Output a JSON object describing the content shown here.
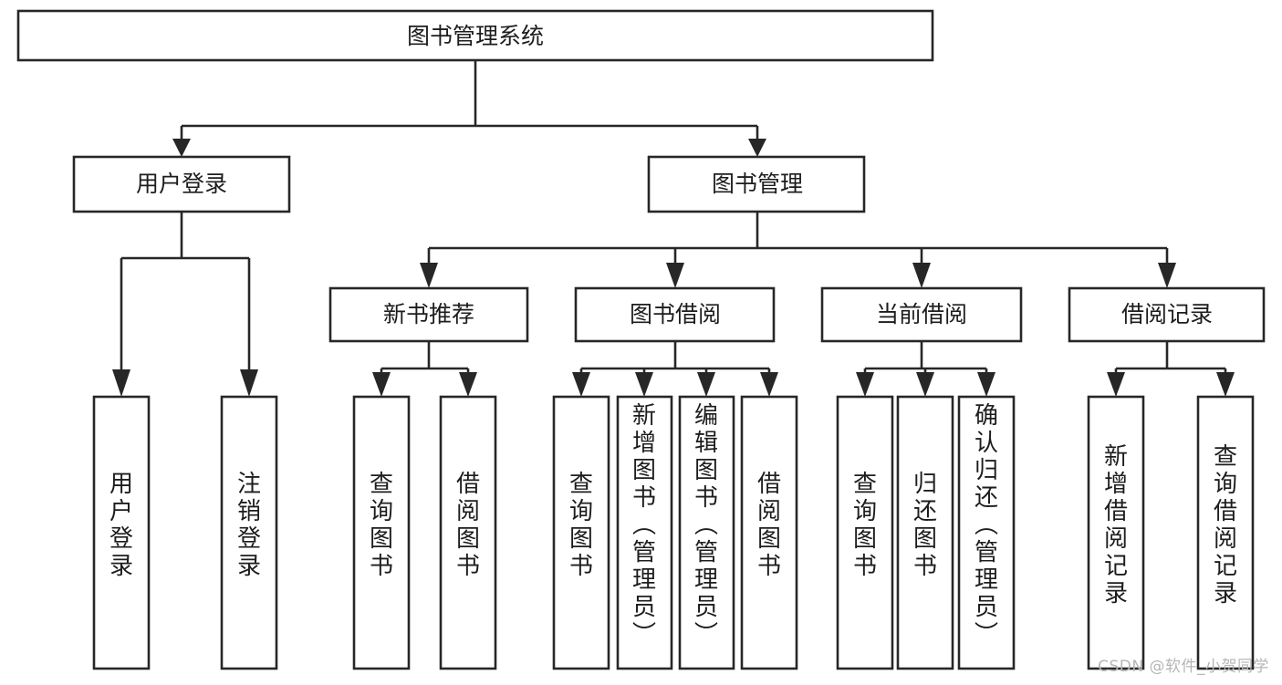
{
  "diagram": {
    "title": "图书管理系统",
    "type": "tree",
    "colors": {
      "box_fill": "#ffffff",
      "box_stroke": "#272727",
      "text": "#1d1d1d",
      "edge": "#272727",
      "watermark": "#b6b6b6",
      "background": "#ffffff"
    },
    "nodes": {
      "root": {
        "label": "图书管理系统"
      },
      "level2": [
        {
          "id": "user-login",
          "label": "用户登录"
        },
        {
          "id": "book-management",
          "label": "图书管理"
        }
      ],
      "level3": [
        {
          "id": "new-book-recommend",
          "label": "新书推荐"
        },
        {
          "id": "book-borrow",
          "label": "图书借阅"
        },
        {
          "id": "current-borrow",
          "label": "当前借阅"
        },
        {
          "id": "borrow-record",
          "label": "借阅记录"
        }
      ],
      "leaves": {
        "user-login": [
          {
            "id": "leaf-user-login",
            "label": "用户登录"
          },
          {
            "id": "leaf-logout",
            "label": "注销登录"
          }
        ],
        "new-book-recommend": [
          {
            "id": "leaf-query-book-1",
            "label": "查询图书"
          },
          {
            "id": "leaf-borrow-book-1",
            "label": "借阅图书"
          }
        ],
        "book-borrow": [
          {
            "id": "leaf-query-book-2",
            "label": "查询图书"
          },
          {
            "id": "leaf-add-book",
            "label": "新增图书（管理员）"
          },
          {
            "id": "leaf-edit-book",
            "label": "编辑图书（管理员）"
          },
          {
            "id": "leaf-borrow-book-2",
            "label": "借阅图书"
          }
        ],
        "current-borrow": [
          {
            "id": "leaf-query-book-3",
            "label": "查询图书"
          },
          {
            "id": "leaf-return-book",
            "label": "归还图书"
          },
          {
            "id": "leaf-confirm-return",
            "label": "确认归还（管理员）"
          }
        ],
        "borrow-record": [
          {
            "id": "leaf-add-record",
            "label": "新增借阅记录"
          },
          {
            "id": "leaf-query-record",
            "label": "查询借阅记录"
          }
        ]
      }
    },
    "watermark": "CSDN @软件_小贺同学"
  }
}
